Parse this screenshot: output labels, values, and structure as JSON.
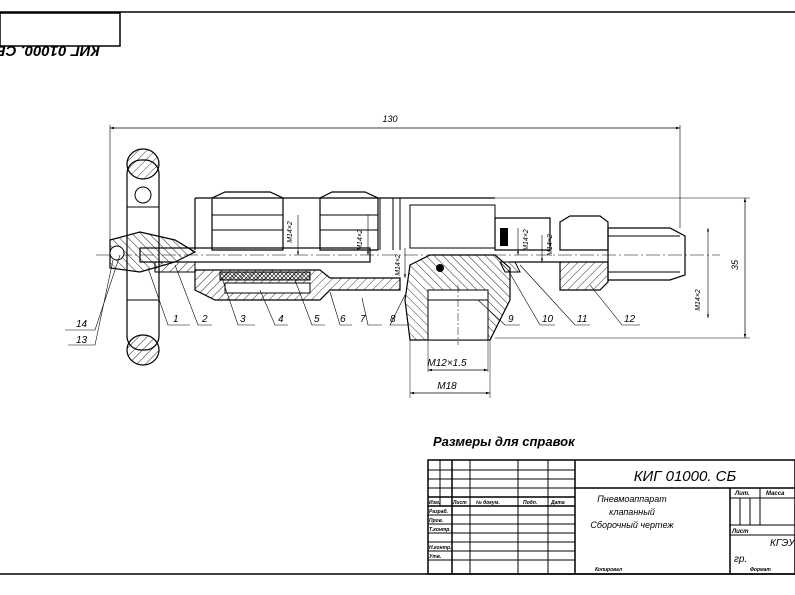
{
  "stamp_top": "КИГ 01000. СБ",
  "dimensions": {
    "overall_length": "130",
    "height": "35",
    "thread_1": "М14×2",
    "thread_2": "М14×2",
    "thread_3": "М14×2",
    "thread_4": "М14×2",
    "thread_5": "М14×2",
    "thread_6": "М14×2",
    "thread_port": "М12×1.5",
    "port_width": "М18"
  },
  "part_numbers": [
    "14",
    "13",
    "1",
    "2",
    "3",
    "4",
    "5",
    "6",
    "7",
    "8",
    "9",
    "10",
    "11",
    "12"
  ],
  "reference_note": "Размеры для справок",
  "title_block": {
    "doc_code": "КИГ 01000. СБ",
    "name_line1": "Пневмоаппарат",
    "name_line2": "клапанный",
    "name_line3": "Сборочный чертеж",
    "col_headers": [
      "Изм.",
      "Лист",
      "№ докум.",
      "Подп.",
      "Дата"
    ],
    "row_labels": [
      "Разраб.",
      "Пров.",
      "Т.контр.",
      "Н.контр.",
      "Утв."
    ],
    "lit": "Лит.",
    "mass": "Масса",
    "sheet": "Лист",
    "organization": "КГЭУ",
    "group": "гр.",
    "copied": "Копировал",
    "format": "Формат"
  }
}
